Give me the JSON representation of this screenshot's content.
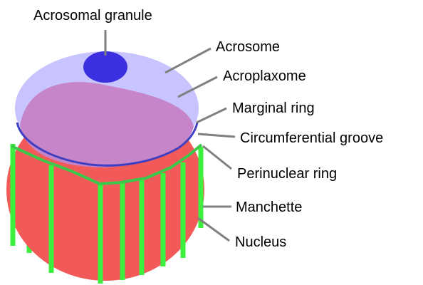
{
  "labels": {
    "acrosomal_granule": "Acrosomal granule",
    "acrosome": "Acrosome",
    "acroplaxome": "Acroplaxome",
    "marginal_ring": "Marginal ring",
    "circumferential_groove": "Circumferential groove",
    "perinuclear_ring": "Perinuclear ring",
    "manchette": "Manchette",
    "nucleus": "Nucleus"
  },
  "colors": {
    "nucleus": "#f25a5a",
    "acrosome": "#c8c4ff",
    "acroplaxome": "#c585c8",
    "acrosomal_granule": "#3b2fe0",
    "marginal_ring": "#3f3fc2",
    "perinuclear_ring": "#3cc84a",
    "manchette": "#3ef03e",
    "leader_line": "#808080"
  }
}
